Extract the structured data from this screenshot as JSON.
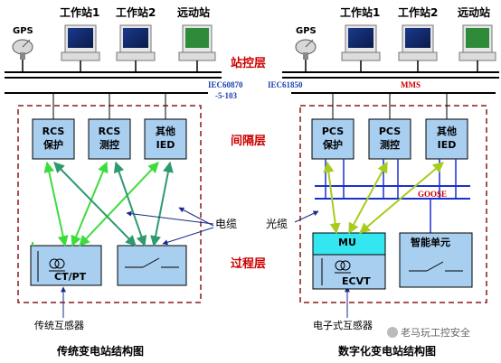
{
  "stations": {
    "gps": "GPS",
    "ws1": "工作站1",
    "ws2": "工作站2",
    "remote": "远动站"
  },
  "layers": {
    "station": "站控层",
    "bay": "间隔层",
    "process": "过程层"
  },
  "left": {
    "protocol_line1": "IEC60870",
    "protocol_line2": "-5-103",
    "ied1": "RCS\n保护",
    "ied2": "RCS\n测控",
    "ied3": "其他\nIED",
    "ctpt": "CT/PT",
    "sensor": "传统互感器",
    "caption": "传统变电站结构图"
  },
  "right": {
    "protocol": "IEC61850",
    "mms": "MMS",
    "ied1": "PCS\n保护",
    "ied2": "PCS\n测控",
    "ied3": "其他\nIED",
    "goose": "GOOSE",
    "mu": "MU",
    "smart": "智能单元",
    "ecvt": "ECVT",
    "sensor": "电子式互感器",
    "caption": "数字化变电站结构图"
  },
  "cables": {
    "electric": "电缆",
    "optical": "光缆"
  },
  "watermark": "老马玩工控安全",
  "colors": {
    "ied_fill": "#a8cef0",
    "mu_fill": "#33e6f0",
    "dashed_border": "#8b1a1a",
    "layer_text": "#cc0000",
    "green_light": "#3ddc3d",
    "green_teal": "#2e9a6e",
    "yellow_green": "#a7cc1f",
    "goose_bus": "#1a2fd0",
    "arrow_blue": "#1a2a8a"
  }
}
